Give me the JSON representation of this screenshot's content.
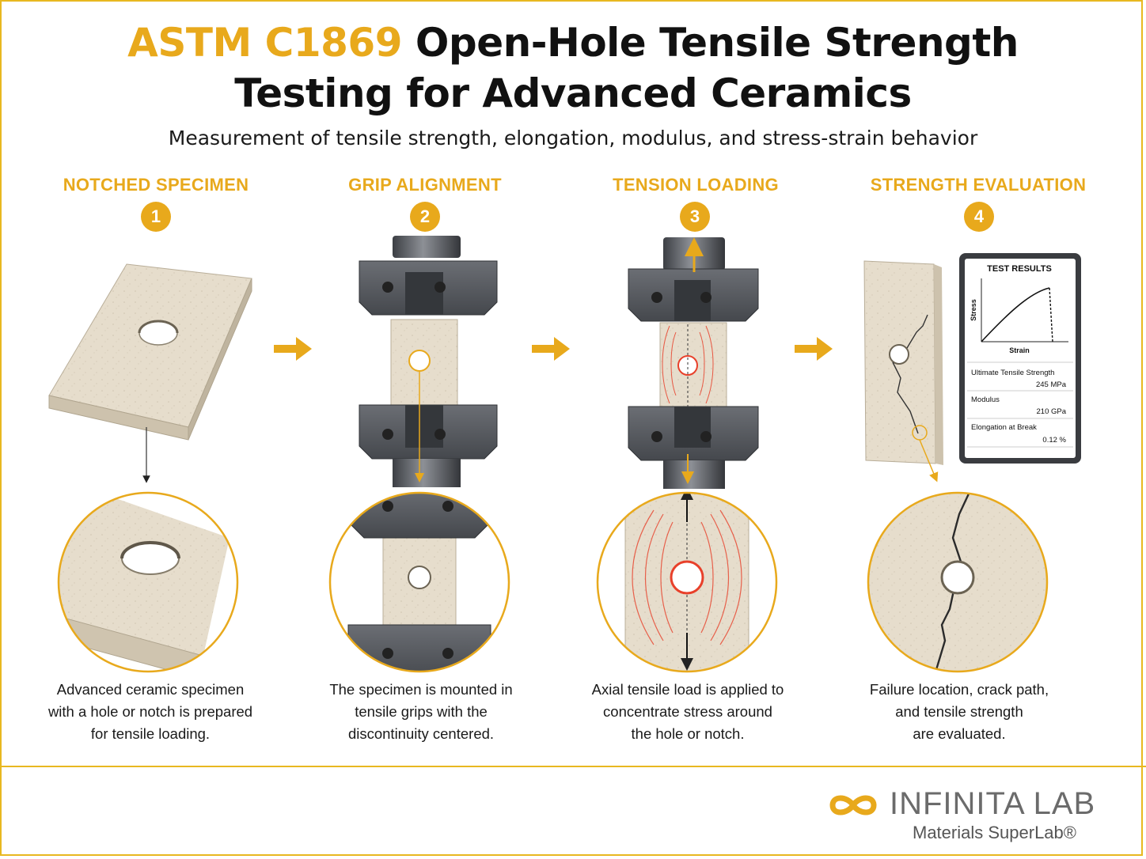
{
  "title": {
    "accent": "ASTM C1869",
    "rest": "Open-Hole Tensile Strength",
    "line2": "Testing for Advanced Ceramics"
  },
  "subtitle": "Measurement of tensile strength, elongation, modulus, and stress-strain behavior",
  "steps": [
    {
      "number": "1",
      "heading": "NOTCHED SPECIMEN",
      "caption": [
        "Advanced ceramic specimen",
        "with a hole or notch is prepared",
        "for tensile loading."
      ]
    },
    {
      "number": "2",
      "heading": "GRIP ALIGNMENT",
      "caption": [
        "The specimen is mounted in",
        "tensile grips with the",
        "discontinuity centered."
      ]
    },
    {
      "number": "3",
      "heading": "TENSION LOADING",
      "caption": [
        "Axial tensile load is applied to",
        "concentrate stress around",
        "the hole or notch."
      ]
    },
    {
      "number": "4",
      "heading": "STRENGTH EVALUATION",
      "caption": [
        "Failure location, crack path,",
        "and tensile strength",
        "are evaluated."
      ]
    }
  ],
  "results_panel": {
    "title": "TEST RESULTS",
    "ylabel": "Stress",
    "xlabel": "Strain",
    "rows": [
      {
        "label": "Ultimate Tensile Strength",
        "value": "245 MPa"
      },
      {
        "label": "Modulus",
        "value": "210 GPa"
      },
      {
        "label": "Elongation at Break",
        "value": "0.12 %"
      }
    ]
  },
  "logo": {
    "name": "INFINITA LAB",
    "tagline": "Materials SuperLab®"
  },
  "colors": {
    "accent": "#e8a91c",
    "ceramic": "#e6ddcc",
    "grip": "#5a5d62",
    "stress": "#e8402a"
  }
}
